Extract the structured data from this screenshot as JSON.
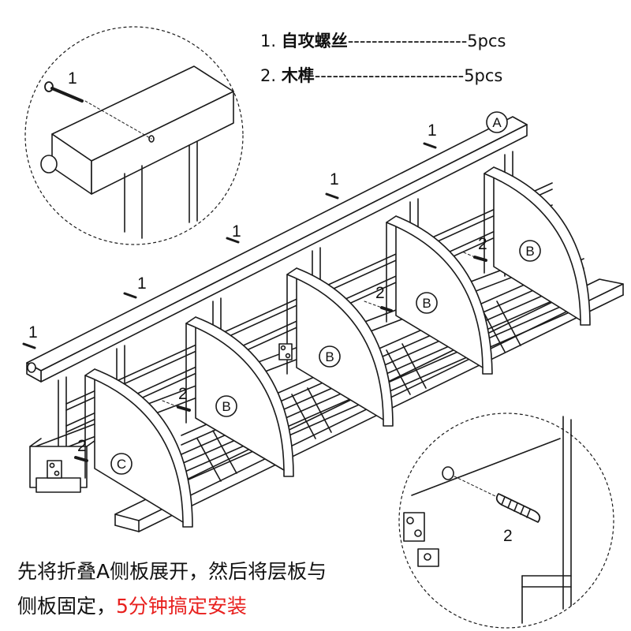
{
  "parts": [
    {
      "num": "1.",
      "name": "自攻螺丝",
      "dashes": "--------------------",
      "qty": "5pcs"
    },
    {
      "num": "2.",
      "name": "木榫",
      "dashes": "-------------------------",
      "qty": "5pcs"
    }
  ],
  "labels": {
    "screw": "1",
    "dowel": "2",
    "panel_a": "A",
    "panel_b": "B",
    "panel_c": "C"
  },
  "caption": {
    "line1": "先将折叠A侧板展开，然后将层板与",
    "line2_plain": "侧板固定，",
    "line2_highlight": "5分钟搞定安装"
  },
  "colors": {
    "line": "#1a1a1a",
    "highlight": "#e8201e",
    "background": "#ffffff"
  }
}
